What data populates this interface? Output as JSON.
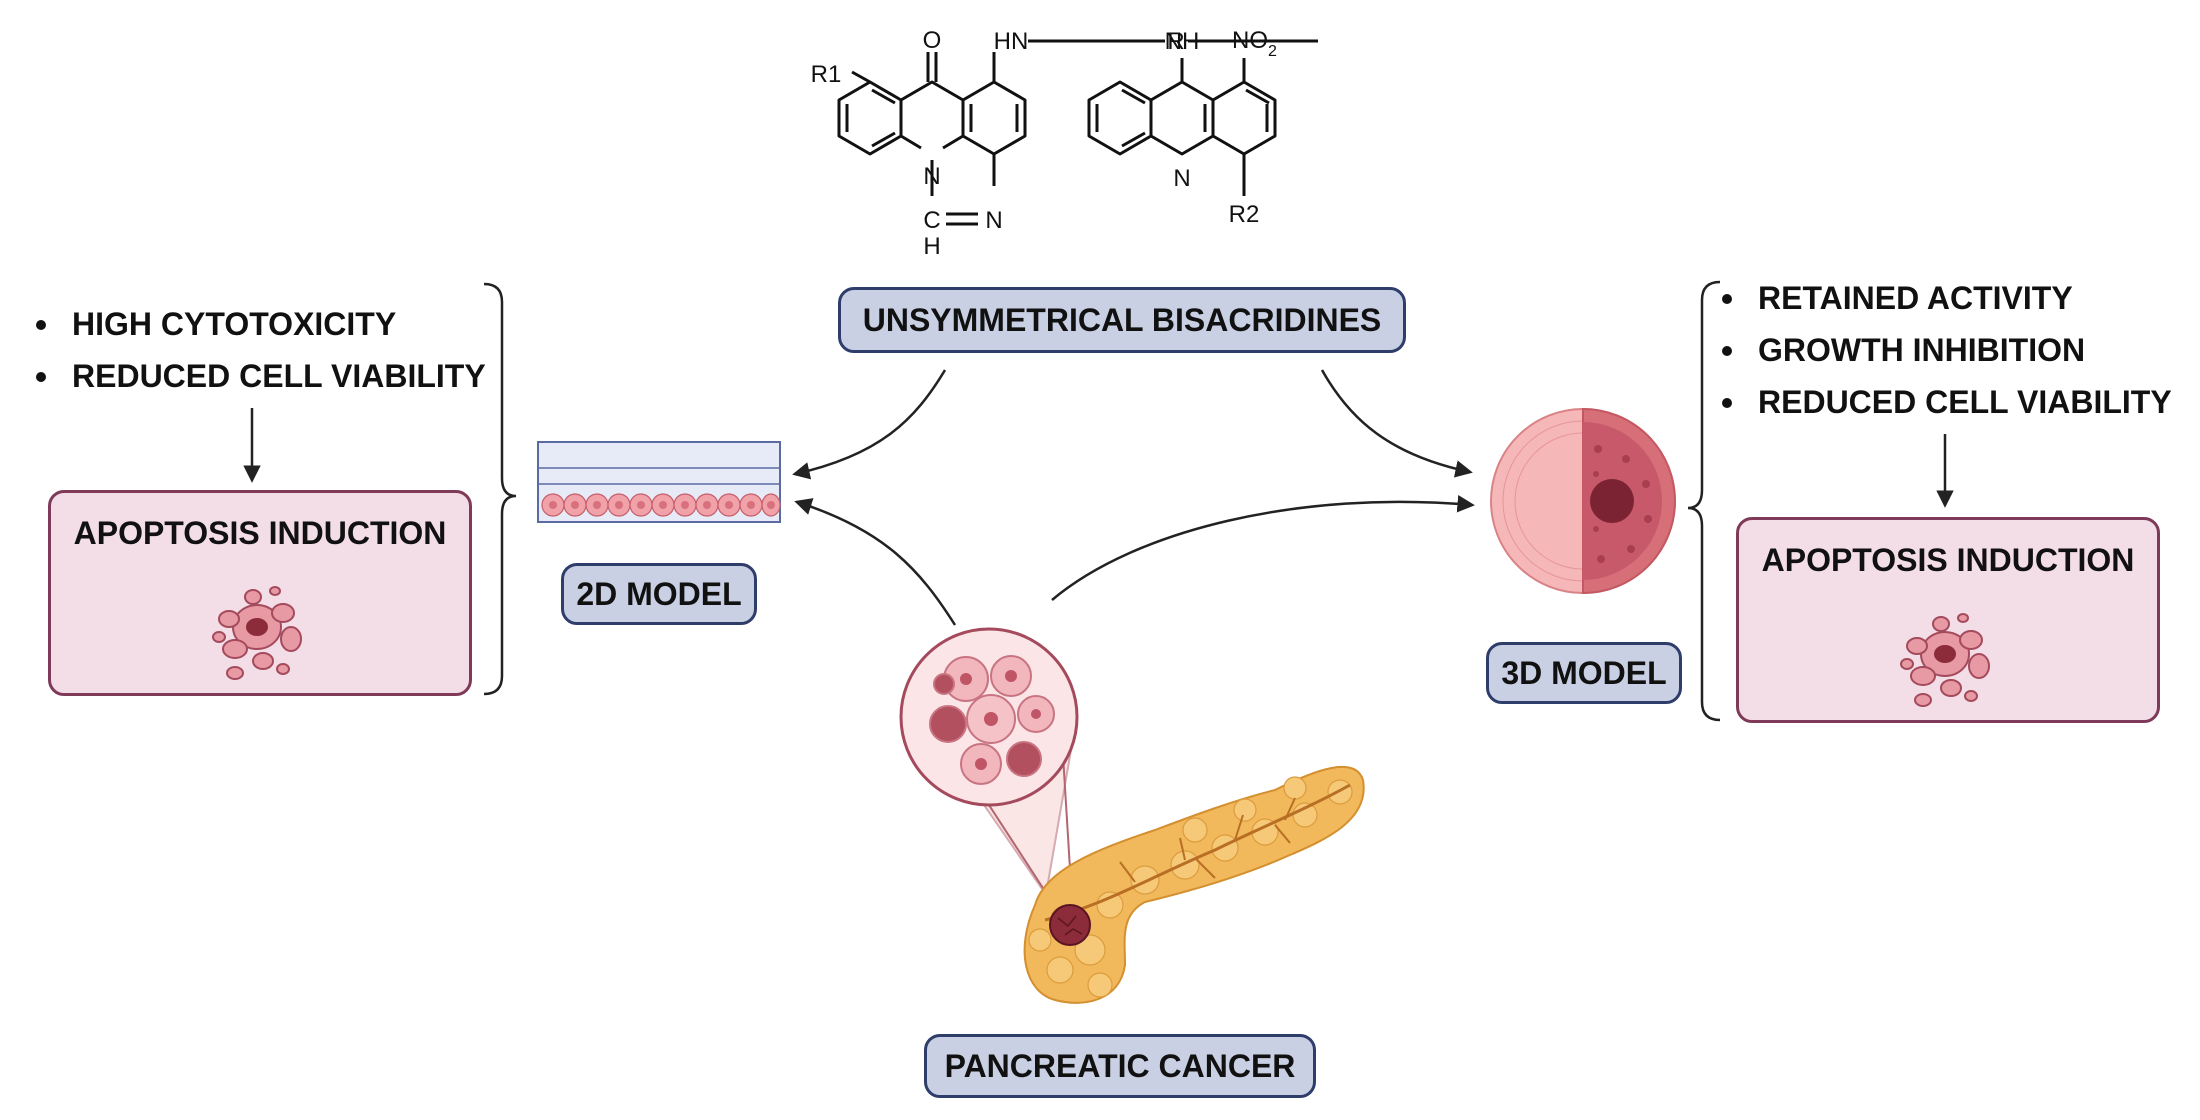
{
  "structure": {
    "labels": {
      "r1": "R1",
      "r2": "R2",
      "r": "R",
      "hn": "HN",
      "nh": "NH",
      "no2_main": "NO",
      "no2_sub": "2",
      "carbonyl_o": "O",
      "n_ring_left": "N",
      "ch_c": "C",
      "ch_h": "H",
      "n_imine": "N",
      "n_acridine": "N"
    }
  },
  "title_pill": {
    "label": "UNSYMMETRICAL BISACRIDINES"
  },
  "left_panel": {
    "bullets": [
      "HIGH CYTOTOXICITY",
      "REDUCED CELL VIABILITY"
    ],
    "result_box": {
      "title": "APOPTOSIS INDUCTION"
    }
  },
  "right_panel": {
    "bullets": [
      "RETAINED ACTIVITY",
      "GROWTH INHIBITION",
      "REDUCED CELL VIABILITY"
    ],
    "result_box": {
      "title": "APOPTOSIS INDUCTION"
    }
  },
  "model_2d": {
    "label": "2D MODEL"
  },
  "model_3d": {
    "label": "3D MODEL"
  },
  "source": {
    "label": "PANCREATIC CANCER"
  },
  "colors": {
    "pill_fill": "#c9d0e4",
    "pill_border": "#2f3d6b",
    "apoptosis_fill": "#f3dde7",
    "apoptosis_border": "#7e3a58",
    "cell_pink": "#e9959b",
    "tumor_red": "#8c2b3a",
    "pancreas_orange": "#f1b85c"
  }
}
